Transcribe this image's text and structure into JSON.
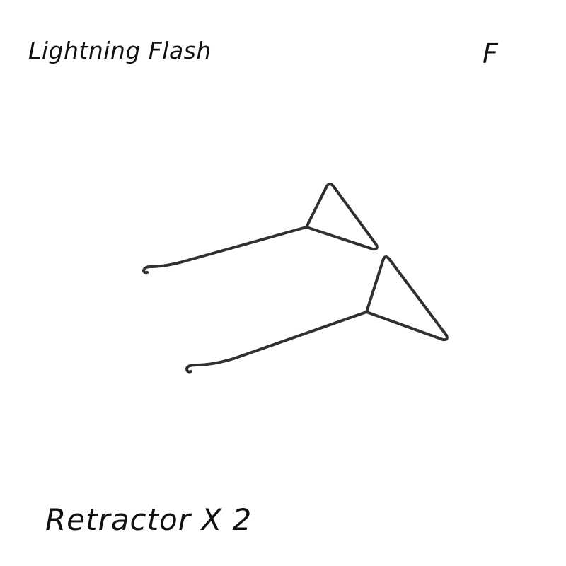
{
  "brand": {
    "name": "Lightning Flash",
    "variant": "F"
  },
  "product": {
    "caption": "Retractor X 2",
    "tool_icon": "retractor-tool-icon",
    "tool_color": "#2e3033"
  }
}
